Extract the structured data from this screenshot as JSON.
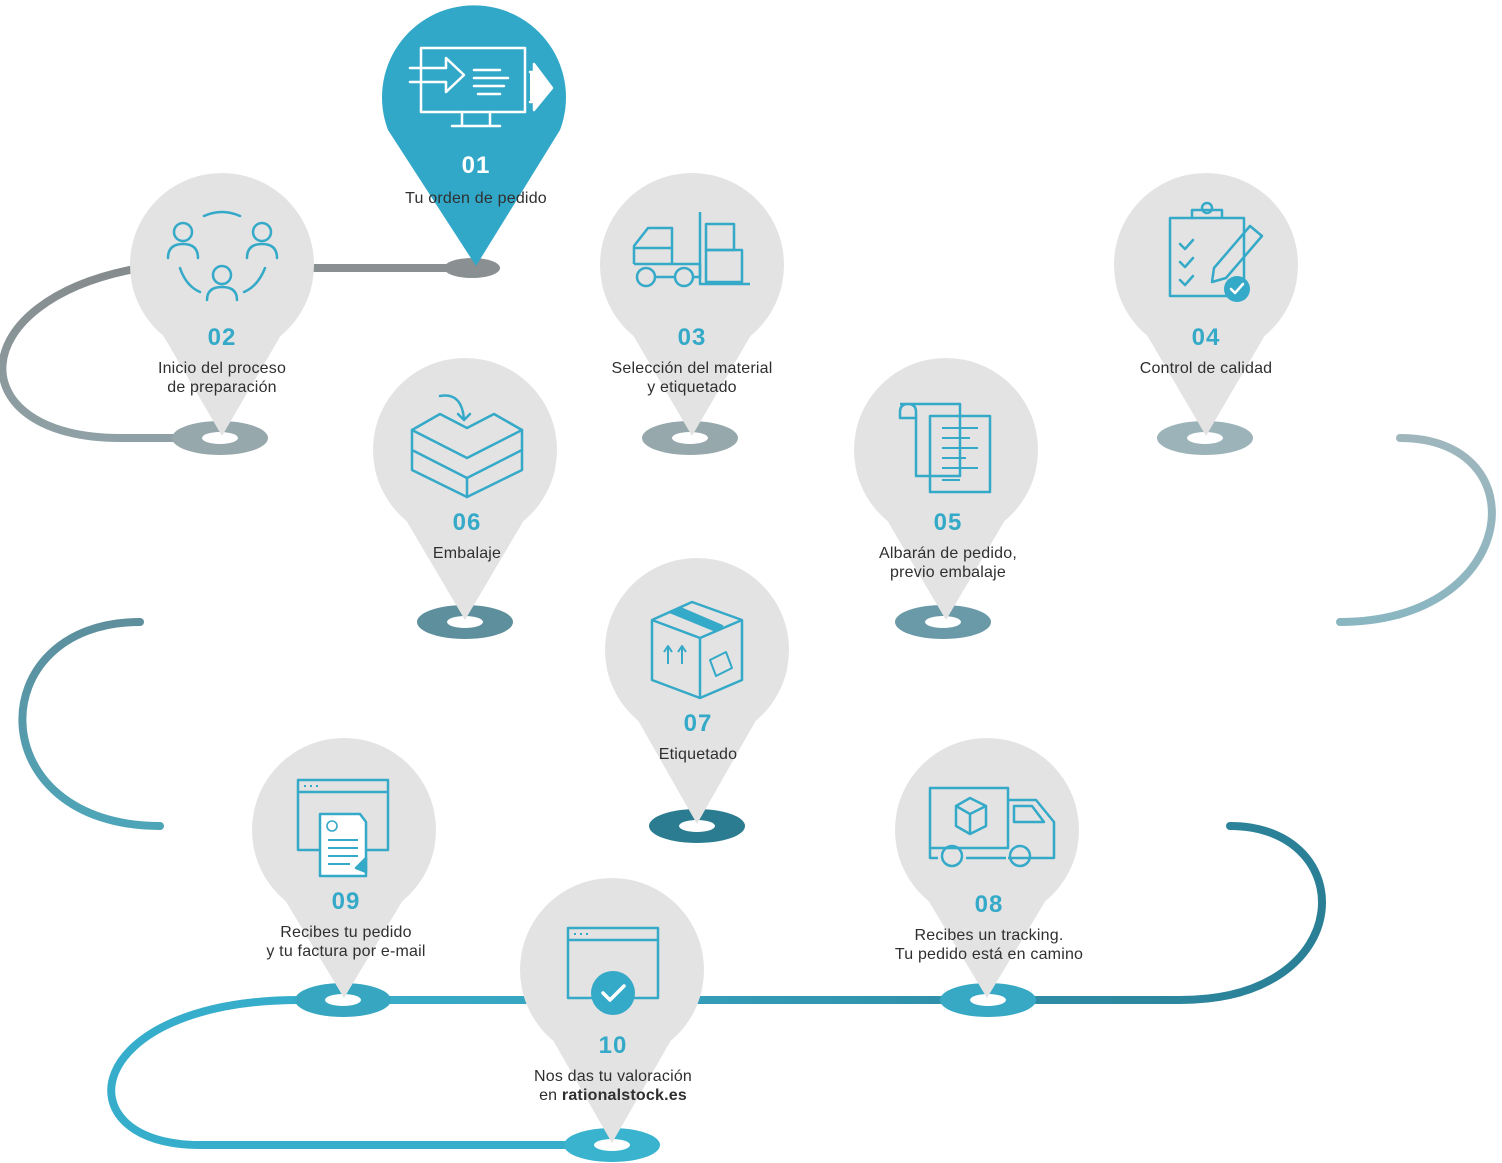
{
  "colors": {
    "accent": "#35a9c8",
    "accent_dark": "#2a8aa0",
    "pin_gray": "#e3e3e3",
    "pin_active": "#32a8c9",
    "path_gray": "#8b9194",
    "path_teal": "#2b7c93"
  },
  "steps": [
    {
      "num": "01",
      "icon": "monitor-send-icon",
      "lines": [
        "Tu orden de pedido"
      ]
    },
    {
      "num": "02",
      "icon": "team-people-icon",
      "lines": [
        "Inicio del proceso",
        "de preparación"
      ]
    },
    {
      "num": "03",
      "icon": "forklift-icon",
      "lines": [
        "Selección del material",
        "y etiquetado"
      ]
    },
    {
      "num": "04",
      "icon": "clipboard-checklist-icon",
      "lines": [
        "Control de calidad"
      ]
    },
    {
      "num": "05",
      "icon": "documents-icon",
      "lines": [
        "Albarán de pedido,",
        "previo embalaje"
      ]
    },
    {
      "num": "06",
      "icon": "box-open-icon",
      "lines": [
        "Embalaje"
      ]
    },
    {
      "num": "07",
      "icon": "labeled-box-icon",
      "lines": [
        "Etiquetado"
      ]
    },
    {
      "num": "08",
      "icon": "delivery-truck-icon",
      "lines": [
        "Recibes un tracking.",
        "Tu pedido está en camino"
      ]
    },
    {
      "num": "09",
      "icon": "invoice-email-icon",
      "lines": [
        "Recibes tu pedido",
        "y tu factura por e-mail"
      ]
    },
    {
      "num": "10",
      "icon": "browser-check-icon",
      "lines": [
        "Nos das tu valoración",
        "en "
      ],
      "bold_suffix": "rationalstock.es"
    }
  ]
}
